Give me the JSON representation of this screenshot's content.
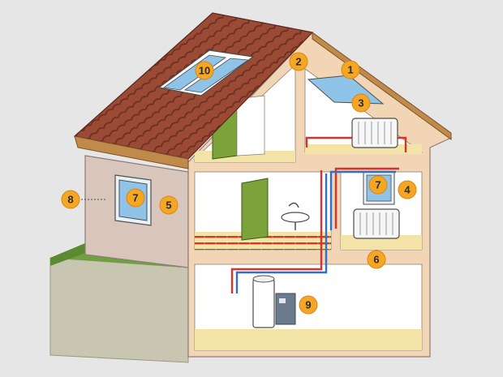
{
  "diagram": {
    "markers": [
      {
        "id": "m1",
        "label": "1"
      },
      {
        "id": "m2",
        "label": "2"
      },
      {
        "id": "m3",
        "label": "3"
      },
      {
        "id": "m4",
        "label": "4"
      },
      {
        "id": "m5",
        "label": "5"
      },
      {
        "id": "m6",
        "label": "6"
      },
      {
        "id": "m7a",
        "label": "7"
      },
      {
        "id": "m7b",
        "label": "7"
      },
      {
        "id": "m8",
        "label": "8"
      },
      {
        "id": "m9",
        "label": "9"
      },
      {
        "id": "m10",
        "label": "10"
      }
    ],
    "colors": {
      "marker_fill": "#f5a623",
      "marker_stroke": "#d9861a",
      "roof_tiles": "#9a4a35",
      "wall_exterior": "#d8c5bb",
      "interior_wall": "#ffffff",
      "floor": "#f3e3a6",
      "structure": "#f2d5b4",
      "door": "#7ba33a",
      "window_glass": "#8fc3e8",
      "heating_pipe_hot": "#d9342b",
      "heating_pipe_cold": "#2f6fd0",
      "ground_grass": "#6fa040",
      "ground_soil": "#c8c5b0"
    }
  }
}
